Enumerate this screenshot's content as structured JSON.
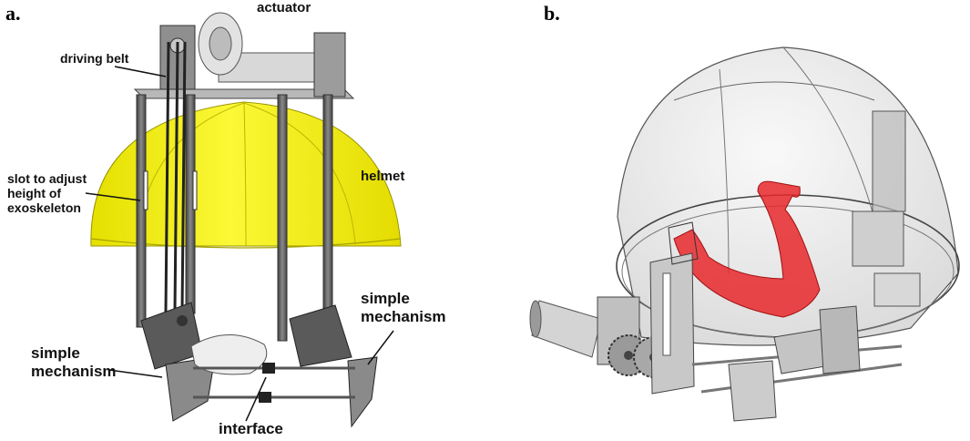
{
  "panel_a": {
    "letter": "a.",
    "labels": {
      "actuator": "actuator",
      "driving_belt": "driving belt",
      "slot": "slot to adjust\nheight of\nexoskeleton",
      "helmet": "helmet",
      "simple_mechanism_left": "simple\nmechanism",
      "simple_mechanism_right": "simple\nmechanism",
      "interface": "interface"
    }
  },
  "panel_b": {
    "letter": "b."
  },
  "colors": {
    "helmet_yellow": "#f2ef1e",
    "frame_gray": "#6e6e6e",
    "mandible_red": "#e8282b",
    "dome_gray": "#c8c8c8"
  }
}
